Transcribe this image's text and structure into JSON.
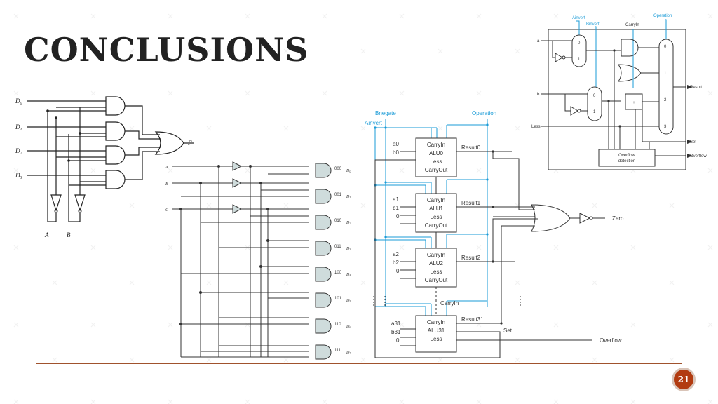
{
  "slide": {
    "title": "CONCLUSIONS",
    "page_number": "21",
    "accent_color": "#b23b10",
    "line_color": "#a0522d"
  },
  "mux4": {
    "inputs": [
      "D",
      "D",
      "D",
      "D"
    ],
    "input_subs": [
      "0",
      "1",
      "2",
      "3"
    ],
    "output": "F",
    "selects": [
      "A",
      "B"
    ]
  },
  "decoder": {
    "inputs": [
      "A",
      "B",
      "C"
    ],
    "codes": [
      "000",
      "001",
      "010",
      "011",
      "100",
      "101",
      "110",
      "111"
    ],
    "outputs": [
      "D",
      "D",
      "D",
      "D",
      "D",
      "D",
      "D",
      "D"
    ],
    "output_subs": [
      "0",
      "1",
      "2",
      "3",
      "4",
      "5",
      "6",
      "7"
    ]
  },
  "alu32": {
    "control": [
      "Bnegate",
      "Operation",
      "Ainvert"
    ],
    "carryin_label": "CarryIn",
    "zero_label": "Zero",
    "overflow_label": "Overflow",
    "set_label": "Set",
    "stages": [
      {
        "a": "a0",
        "b": "b0",
        "less": "0",
        "lines": [
          "CarryIn",
          "ALU0",
          "Less",
          "CarryOut"
        ],
        "result": "Result0"
      },
      {
        "a": "a1",
        "b": "b1",
        "less": "0",
        "lines": [
          "CarryIn",
          "ALU1",
          "Less",
          "CarryOut"
        ],
        "result": "Result1"
      },
      {
        "a": "a2",
        "b": "b2",
        "less": "0",
        "lines": [
          "CarryIn",
          "ALU2",
          "Less",
          "CarryOut"
        ],
        "result": "Result2"
      },
      {
        "a": "a31",
        "b": "b31",
        "less": "0",
        "lines": [
          "CarryIn",
          "ALU31",
          "Less"
        ],
        "result": "Result31"
      }
    ]
  },
  "alu_bit": {
    "control": [
      "Ainvert",
      "Binvert",
      "CarryIn",
      "Operation"
    ],
    "inputs": [
      "a",
      "b",
      "Less"
    ],
    "mux_labels": [
      "0",
      "1"
    ],
    "op_labels": [
      "0",
      "1",
      "2",
      "3"
    ],
    "adder_label": "+",
    "outputs": [
      "Result",
      "Set",
      "Overflow"
    ],
    "overflow_box": "Overflow\ndetection",
    "overflow_box_lines": [
      "Overflow",
      "detection"
    ],
    "control_color": "#1a9bd7"
  }
}
